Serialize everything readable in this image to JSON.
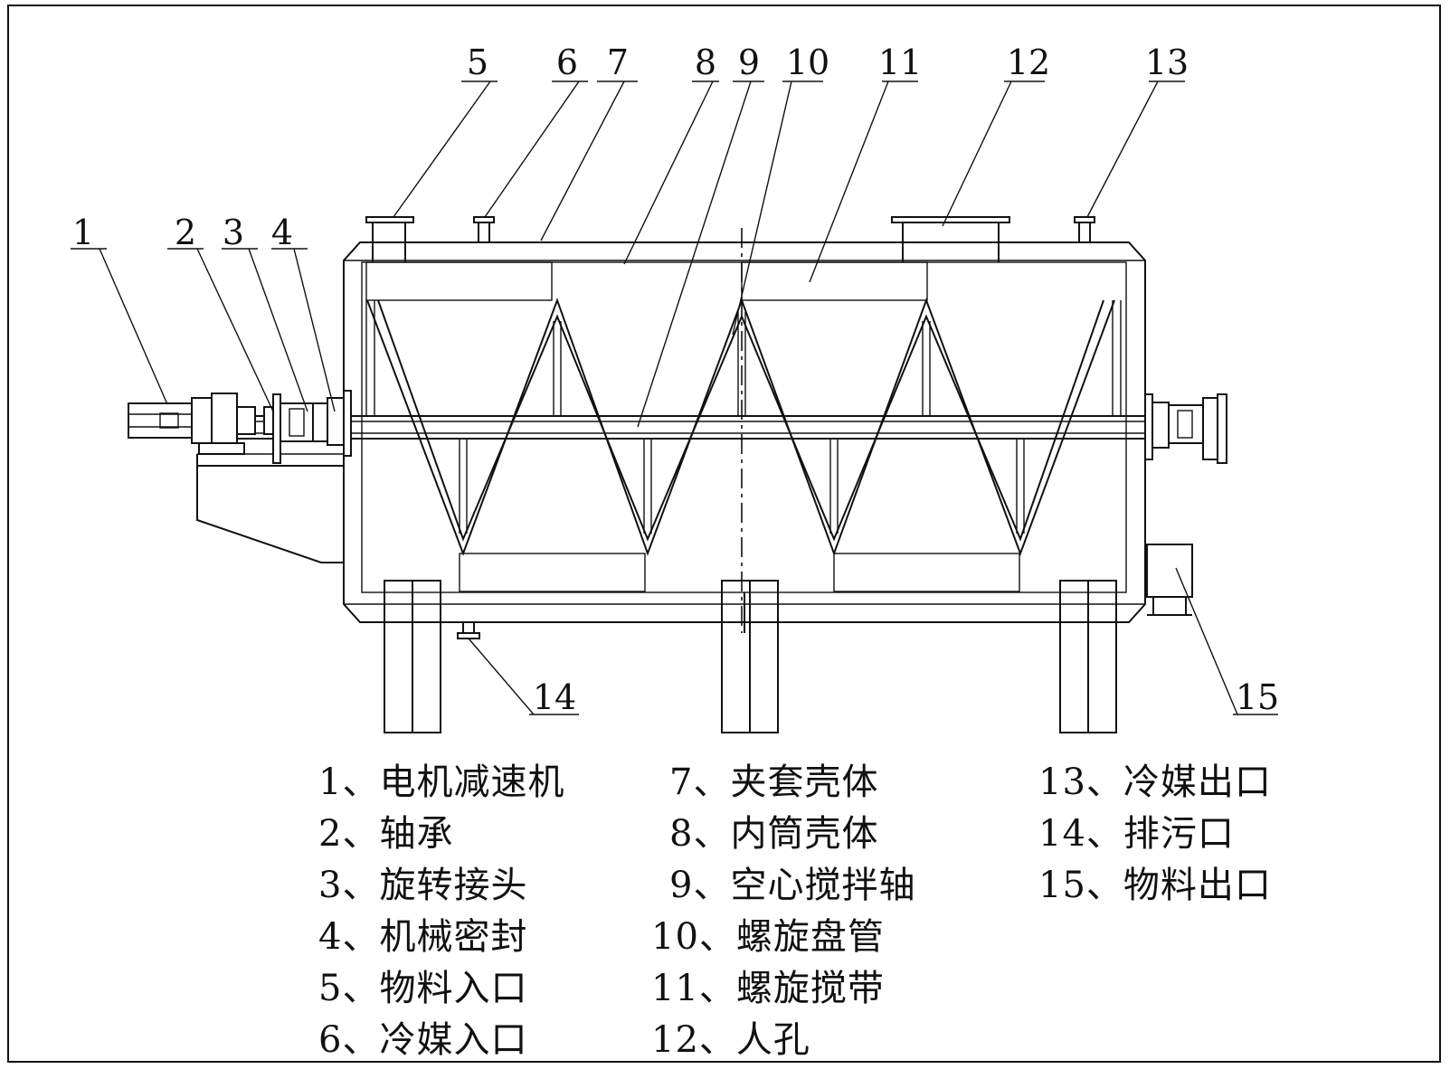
{
  "callouts": [
    "1",
    "2",
    "3",
    "4",
    "5",
    "6",
    "7",
    "8",
    "9",
    "10",
    "11",
    "12",
    "13",
    "14",
    "15"
  ],
  "legend": {
    "col1": [
      "1、电机减速机",
      "2、轴承",
      "3、旋转接头",
      "4、机械密封",
      "5、物料入口",
      "6、冷媒入口"
    ],
    "col2": [
      "7、夹套壳体",
      "8、内筒壳体",
      "9、空心搅拌轴",
      "10、螺旋盘管",
      "11、螺旋搅带",
      "12、人孔"
    ],
    "col3": [
      "13、冷媒出口",
      "14、排污口",
      "15、物料出口"
    ]
  }
}
